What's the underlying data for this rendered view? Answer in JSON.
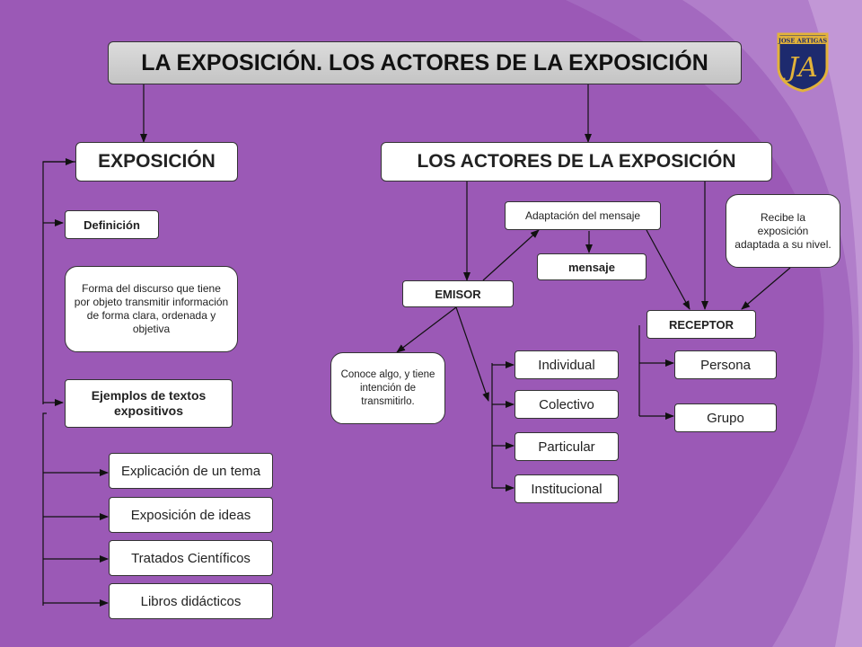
{
  "colors": {
    "background": "#9b59b6",
    "accent_light": "#c08bd0",
    "box_fill": "#ffffff",
    "title_fill": "#d2d2d2"
  },
  "logo": {
    "banner": "JOSE ARTIGAS",
    "initials": "JA"
  },
  "title": "LA EXPOSICIÓN. LOS ACTORES DE LA EXPOSICIÓN",
  "exposicion": {
    "heading": "EXPOSICIÓN",
    "definicion_label": "Definición",
    "definicion_text": "Forma del discurso que tiene por objeto transmitir información de forma clara, ordenada y objetiva",
    "ejemplos_label": "Ejemplos de textos expositivos",
    "ejemplos": [
      "Explicación de un tema",
      "Exposición de ideas",
      "Tratados Científicos",
      "Libros didácticos"
    ]
  },
  "actores": {
    "heading": "LOS ACTORES DE LA EXPOSICIÓN",
    "emisor": "EMISOR",
    "adaptacion": "Adaptación del mensaje",
    "mensaje": "mensaje",
    "emisor_note": "Conoce algo, y tiene intención de transmitirlo.",
    "emisor_types": [
      "Individual",
      "Colectivo",
      "Particular",
      "Institucional"
    ],
    "receptor": "RECEPTOR",
    "receptor_note": "Recibe la exposición adaptada a su nivel.",
    "receptor_types": [
      "Persona",
      "Grupo"
    ]
  }
}
